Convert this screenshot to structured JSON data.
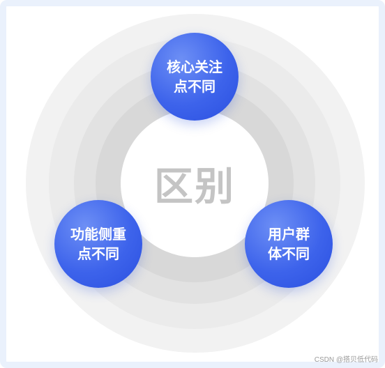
{
  "diagram": {
    "center_label": "区别",
    "nodes": [
      {
        "label": "核心关注\n点不同"
      },
      {
        "label": "功能侧重\n点不同"
      },
      {
        "label": "用户群\n体不同"
      }
    ]
  },
  "watermark": "CSDN @搭贝低代码",
  "colors": {
    "node_blue": "#3d63eb",
    "center_text": "#c4c4c4",
    "frame_border": "#eaf1fc"
  }
}
